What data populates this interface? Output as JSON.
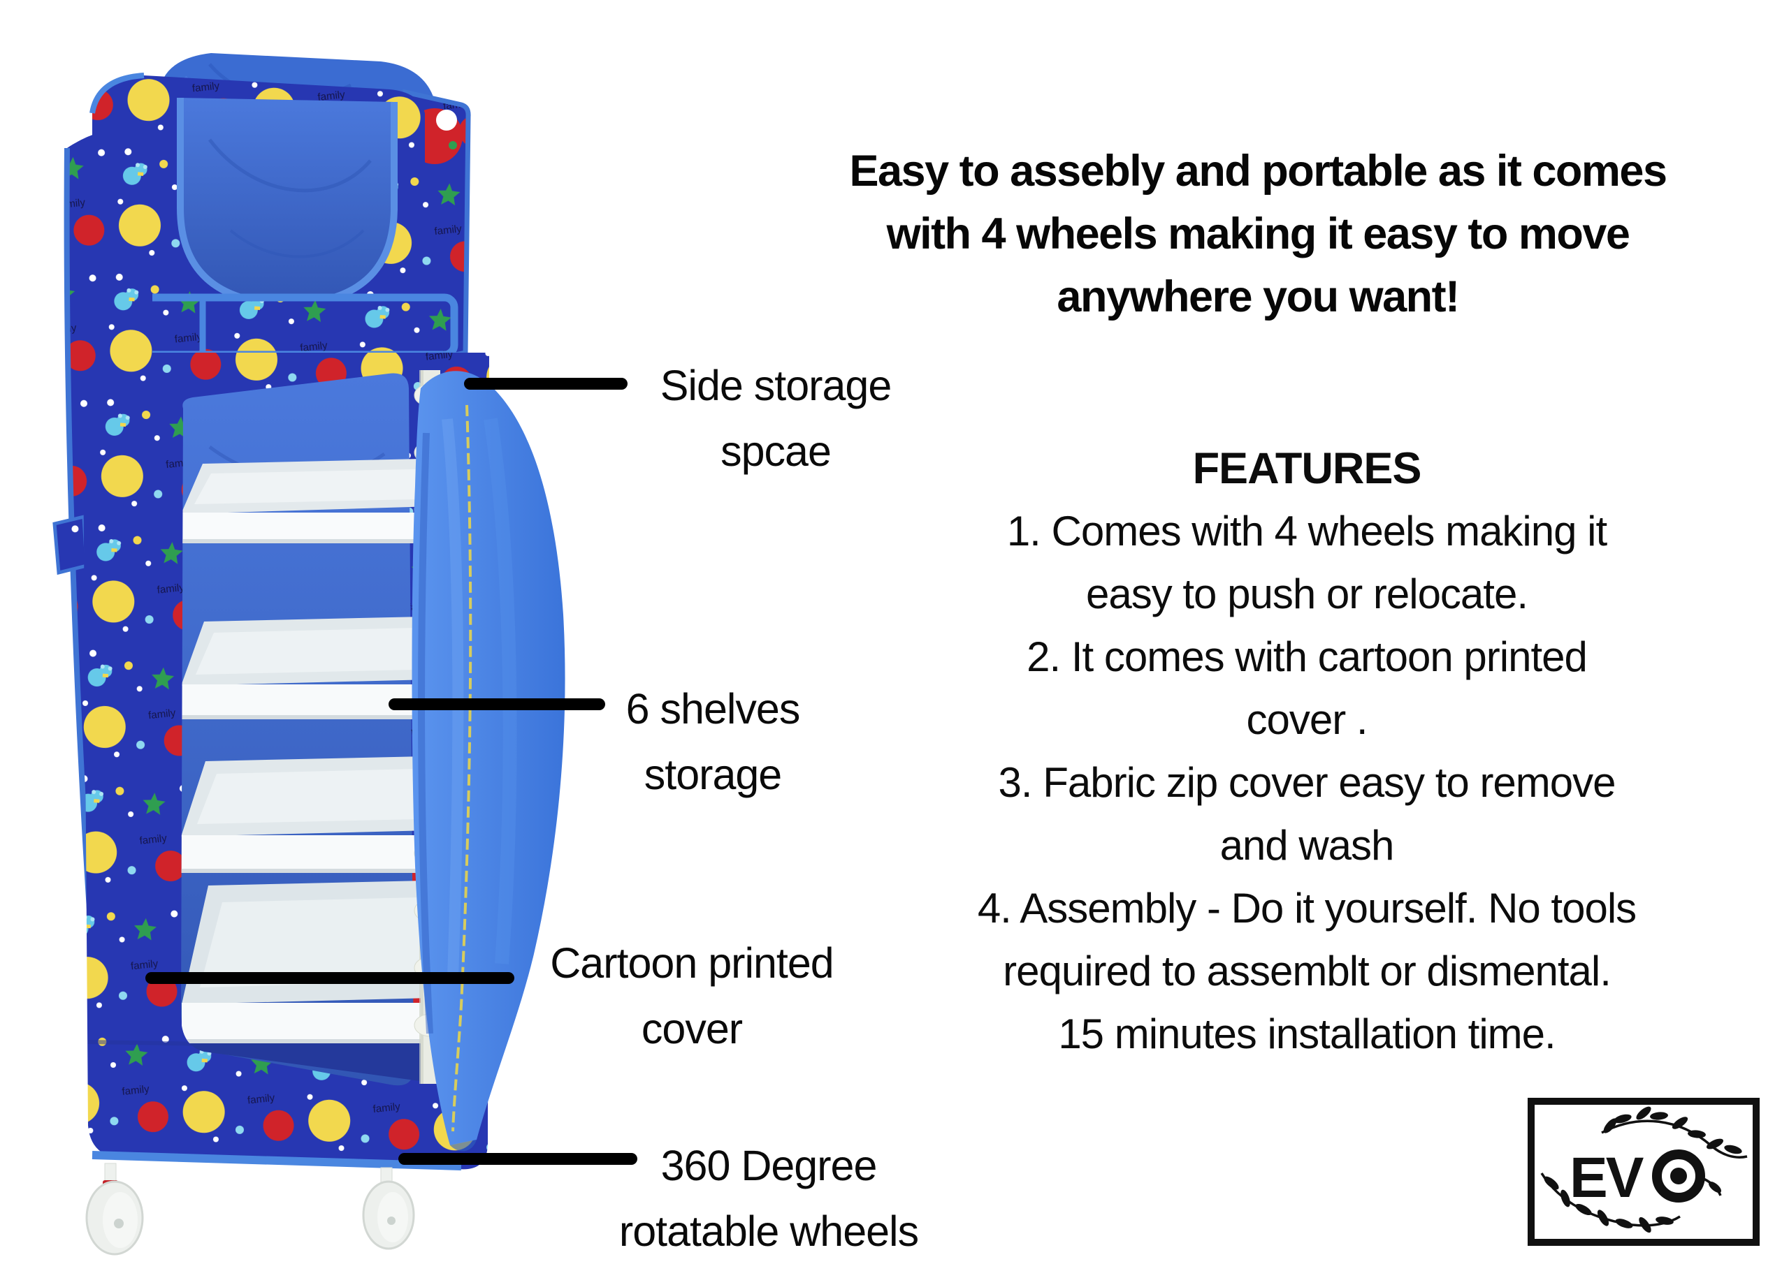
{
  "page": {
    "background": "#ffffff",
    "description": "Marketing infographic of a kids folding wardrobe: cartoon printed fabric cover, plastic shelves, caster wheels, with part callouts and a feature list"
  },
  "header": {
    "lines": [
      "Easy to assebly and portable as it comes",
      "with 4 wheels making it easy to move",
      "anywhere you want!"
    ]
  },
  "features": {
    "title": "FEATURES",
    "lines": [
      "1. Comes with 4 wheels making it",
      "easy to push or relocate.",
      "2. It comes with cartoon printed",
      "cover .",
      "3. Fabric zip cover easy to remove",
      "and wash",
      "4. Assembly - Do it yourself. No tools",
      "required to assemblt or dismental.",
      "15 minutes installation time."
    ]
  },
  "callouts": [
    {
      "id": "side-storage",
      "label_lines": [
        "Side storage",
        "spcae"
      ]
    },
    {
      "id": "shelves",
      "label_lines": [
        "6 shelves",
        "storage"
      ]
    },
    {
      "id": "printed-cover",
      "label_lines": [
        "Cartoon printed",
        "cover"
      ]
    },
    {
      "id": "wheels",
      "label_lines": [
        "360 Degree",
        "rotatable wheels"
      ]
    }
  ],
  "product": {
    "print_label": "family",
    "visible_shelves": 4,
    "visible_wheels": 2,
    "colors": {
      "fabric_print_blue": "#2737b2",
      "piping_blue": "#4a86e0",
      "interior_blue": "#3d6bd0",
      "cover_drape_blue": "#4886e8",
      "shelf_white": "#f0f3f4",
      "pole_white": "#eceee6",
      "wheel_red_ring": "#c32127",
      "print_yellow": "#f2d84e",
      "print_red": "#d0232a",
      "print_green": "#2f9e50",
      "print_cyan": "#66c9e9"
    }
  },
  "annotation": {
    "line_color": "#000000",
    "text_color": "#0a0a0a"
  },
  "logo": {
    "brand": "EVO",
    "brand_prefix": "EV"
  }
}
